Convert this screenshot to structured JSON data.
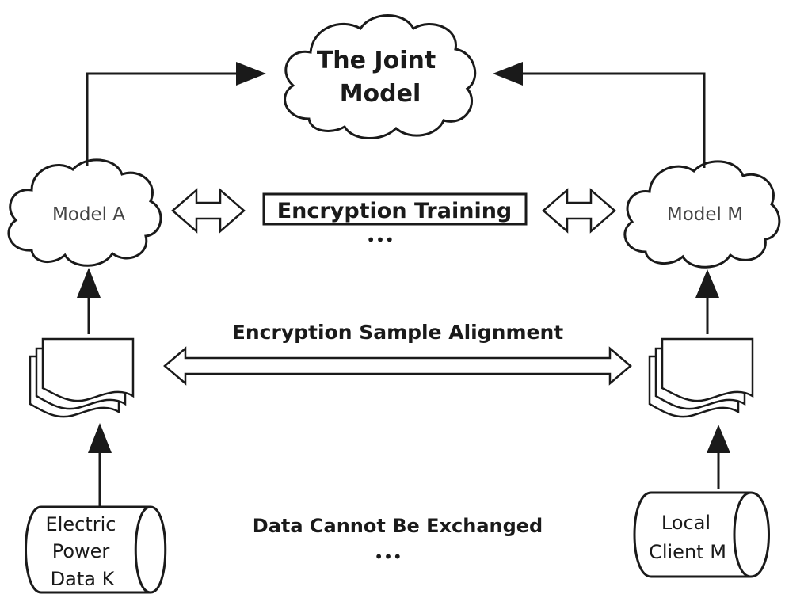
{
  "joint_model": {
    "line1": "The Joint",
    "line2": "Model"
  },
  "model_a": {
    "label": "Model  A"
  },
  "model_m": {
    "label": "Model  M"
  },
  "encryption_training": {
    "label": "Encryption Training",
    "ellipsis": "•••"
  },
  "sample_alignment": {
    "label": "Encryption Sample Alignment"
  },
  "data_source_left": {
    "line1": "Electric",
    "line2": "Power",
    "line3": "Data  K"
  },
  "data_source_right": {
    "line1": "Local",
    "line2": "Client  M"
  },
  "no_exchange": {
    "label": "Data Cannot Be Exchanged",
    "ellipsis": "•••"
  },
  "colors": {
    "ink": "#1a1a1a",
    "background": "#ffffff"
  }
}
